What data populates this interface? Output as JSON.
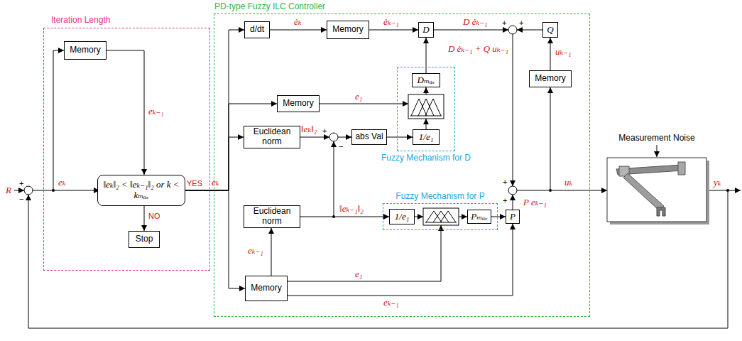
{
  "diagram": {
    "nodes": [
      {
        "text": [
          "Iteration Length"
        ]
      },
      {
        "text": [
          "Memory"
        ],
        "in": 0
      },
      {
        "text": [
          "‖eₖ‖₂ < ‖eₖ₋₁‖₂ or k < kₘₐₓ"
        ],
        "in": 0
      },
      {
        "text": [
          "Stop"
        ],
        "in": 0
      },
      {
        "text": [
          "PD-type Fuzzy ILC Controller"
        ]
      },
      {
        "text": [
          "d/dt"
        ],
        "in": 4
      },
      {
        "text": [
          "Memory"
        ],
        "in": 4
      },
      {
        "text": [
          "D"
        ],
        "in": 4
      },
      {
        "text": [
          "Q"
        ],
        "in": 4
      },
      {
        "text": [
          "Memory"
        ],
        "in": 4
      },
      {
        "text": [
          "Memory"
        ],
        "in": 4
      },
      {
        "text": [
          "Fuzzy Mechanism for D"
        ],
        "in": 4
      },
      {
        "text": [
          "Dₘₐₓ"
        ],
        "in": 11
      },
      {
        "text": [
          "1/e₁"
        ],
        "in": 11
      },
      {
        "text": [
          "Euclidean norm"
        ],
        "in": 4
      },
      {
        "text": [
          "abs Val"
        ],
        "in": 4
      },
      {
        "text": [
          "Euclidean norm"
        ],
        "in": 4
      },
      {
        "text": [
          "Fuzzy Mechanism for P"
        ],
        "in": 4
      },
      {
        "text": [
          "1/e₁"
        ],
        "in": 17
      },
      {
        "text": [
          "Pₘₐₓ"
        ],
        "in": 17
      },
      {
        "text": [
          "P"
        ],
        "in": 4
      },
      {
        "text": [
          "Memory"
        ],
        "in": 4
      }
    ],
    "edges": [
      {
        "from": 1,
        "to": 2,
        "arrow": "to",
        "label": "eₖ₋₁"
      },
      {
        "from": 2,
        "to": 3,
        "arrow": "to",
        "label": "NO"
      },
      {
        "from": 2,
        "to": 5,
        "arrow": "to",
        "label": "YES"
      },
      {
        "from": 2,
        "to": 10,
        "arrow": "to"
      },
      {
        "from": 2,
        "to": 14,
        "arrow": "to"
      },
      {
        "from": 2,
        "to": 21,
        "arrow": "to"
      },
      {
        "from": 5,
        "to": 6,
        "arrow": "to",
        "label": "ėₖ"
      },
      {
        "from": 6,
        "to": 7,
        "arrow": "to",
        "label": "ėₖ₋₁"
      },
      {
        "from": 12,
        "to": 7,
        "arrow": "to"
      },
      {
        "from": 9,
        "to": 8,
        "arrow": "to",
        "label": "uₖ₋₁"
      },
      {
        "from": 15,
        "to": 13,
        "arrow": "to"
      },
      {
        "from": 16,
        "to": 18,
        "arrow": "to",
        "label": "‖eₖ₋₁‖₂"
      },
      {
        "from": 19,
        "to": 20,
        "arrow": "to"
      },
      {
        "from": 21,
        "to": 16,
        "arrow": "to",
        "label": "eₖ₋₁"
      },
      {
        "from": 21,
        "to": 20,
        "arrow": "to",
        "label": "eₖ₋₁"
      }
    ],
    "labels": [
      "R",
      "+",
      "−",
      "eₖ",
      "eₖ",
      "D ėₖ₋₁",
      "+",
      "+",
      "D ėₖ₋₁ + Q uₖ₋₁",
      "e₁",
      "‖eₖ‖₂",
      "+",
      "−",
      "e₁",
      "P eₖ₋₁",
      "+",
      "+",
      "uₖ",
      "Measurement Noise",
      "yₖ"
    ]
  }
}
